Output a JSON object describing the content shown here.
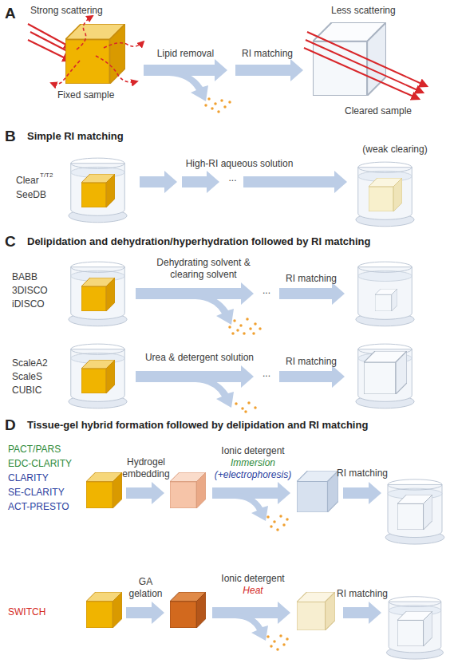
{
  "diagram": {
    "labels": [
      "A",
      "Strong scattering",
      "Fixed sample",
      "Lipid removal",
      "RI matching",
      "Less scattering",
      "Cleared sample",
      "B",
      "Simple RI matching",
      "Clear",
      "T/T2",
      "SeeDB",
      "High-RI aqueous solution",
      "...",
      "(weak clearing)",
      "C",
      "Delipidation and dehydration/hyperhydration followed by RI matching",
      "BABB",
      "3DISCO",
      "iDISCO",
      "Dehydrating solvent & clearing solvent",
      "RI matching",
      "...",
      "ScaleA2",
      "ScaleS",
      "CUBIC",
      "Urea & detergent solution",
      "RI matching",
      "...",
      "D",
      "Tissue-gel hybrid formation followed by delipidation and RI matching",
      "PACT/PARS",
      "EDC-CLARITY",
      "CLARITY",
      "SE-CLARITY",
      "ACT-PRESTO",
      "Hydrogel embedding",
      "Ionic detergent",
      "Immersion",
      "(+electrophoresis)",
      "RI matching",
      "SWITCH",
      "GA gelation",
      "Ionic detergent",
      "Heat",
      "RI matching"
    ]
  }
}
